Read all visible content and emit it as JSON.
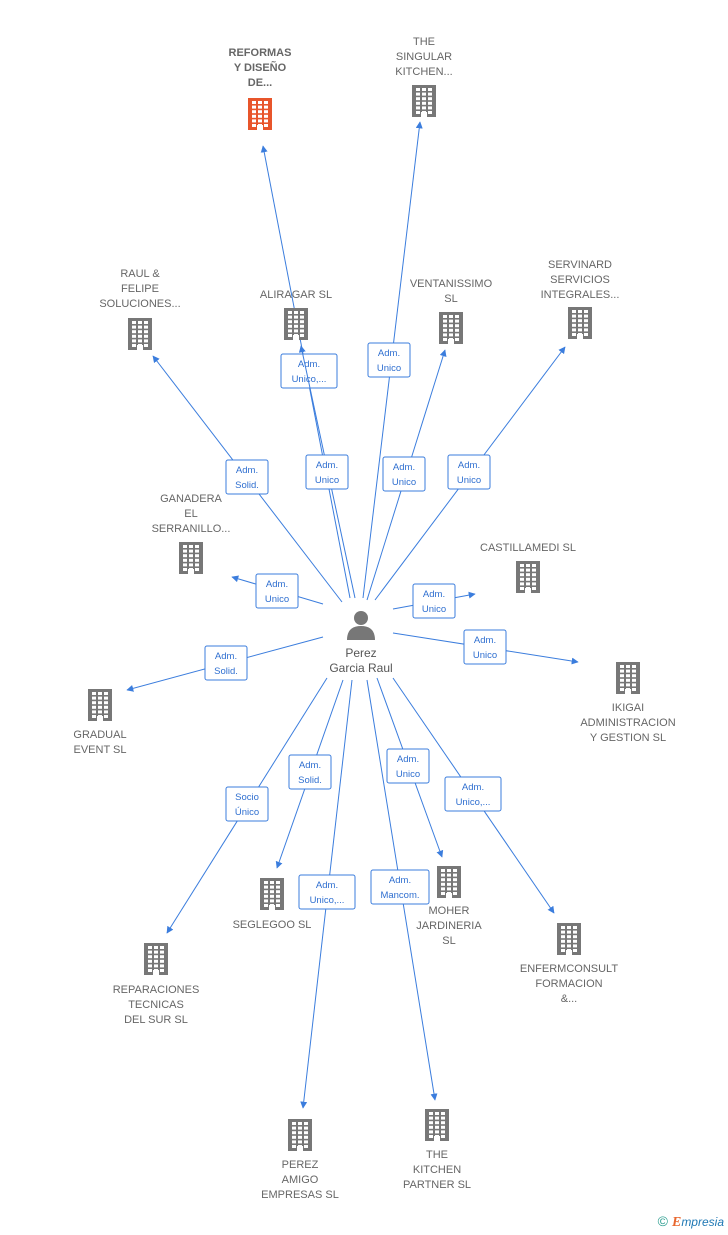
{
  "center": {
    "label": [
      "Perez",
      "Garcia Raul"
    ]
  },
  "nodes": [
    {
      "id": "reformas",
      "label": [
        "REFORMAS",
        "Y DISEÑO",
        "DE..."
      ],
      "highlight": true
    },
    {
      "id": "singular",
      "label": [
        "THE",
        "SINGULAR",
        "KITCHEN..."
      ]
    },
    {
      "id": "raul",
      "label": [
        "RAUL &",
        "FELIPE",
        "SOLUCIONES..."
      ]
    },
    {
      "id": "aliragar",
      "label": [
        "ALIRAGAR  SL"
      ]
    },
    {
      "id": "ventanissimo",
      "label": [
        "VENTANISSIMO",
        "SL"
      ]
    },
    {
      "id": "servinard",
      "label": [
        "SERVINARD",
        "SERVICIOS",
        "INTEGRALES..."
      ]
    },
    {
      "id": "ganadera",
      "label": [
        "GANADERA",
        "EL",
        "SERRANILLO..."
      ]
    },
    {
      "id": "castillamedi",
      "label": [
        "CASTILLAMEDI SL"
      ]
    },
    {
      "id": "gradual",
      "label": [
        "GRADUAL",
        "EVENT SL"
      ]
    },
    {
      "id": "ikigai",
      "label": [
        "IKIGAI",
        "ADMINISTRACION",
        "Y GESTION  SL"
      ]
    },
    {
      "id": "seglegoo",
      "label": [
        "SEGLEGOO SL"
      ]
    },
    {
      "id": "moher",
      "label": [
        "MOHER",
        "JARDINERIA",
        "SL"
      ]
    },
    {
      "id": "reparaciones",
      "label": [
        "REPARACIONES",
        "TECNICAS",
        "DEL SUR  SL"
      ]
    },
    {
      "id": "enfermconsult",
      "label": [
        "ENFERMCONSULT",
        "FORMACION",
        "&..."
      ]
    },
    {
      "id": "perezamigo",
      "label": [
        "PEREZ",
        "AMIGO",
        "EMPRESAS  SL"
      ]
    },
    {
      "id": "kitchenpartner",
      "label": [
        "THE",
        "KITCHEN",
        "PARTNER  SL"
      ]
    }
  ],
  "edges": [
    {
      "target": "reformas",
      "label": [
        "Adm.",
        "Unico,..."
      ]
    },
    {
      "target": "singular",
      "label": [
        "Adm.",
        "Unico"
      ]
    },
    {
      "target": "raul",
      "label": [
        "Adm.",
        "Solid."
      ]
    },
    {
      "target": "aliragar",
      "label": [
        "Adm.",
        "Unico"
      ]
    },
    {
      "target": "ventanissimo",
      "label": [
        "Adm.",
        "Unico"
      ]
    },
    {
      "target": "servinard",
      "label": [
        "Adm.",
        "Unico"
      ]
    },
    {
      "target": "ganadera",
      "label": [
        "Adm.",
        "Unico"
      ]
    },
    {
      "target": "castillamedi",
      "label": [
        "Adm.",
        "Unico"
      ]
    },
    {
      "target": "gradual",
      "label": [
        "Adm.",
        "Solid."
      ]
    },
    {
      "target": "ikigai",
      "label": [
        "Adm.",
        "Unico"
      ]
    },
    {
      "target": "seglegoo",
      "label": [
        "Adm.",
        "Solid."
      ]
    },
    {
      "target": "moher",
      "label": [
        "Adm.",
        "Unico"
      ]
    },
    {
      "target": "reparaciones",
      "label": [
        "Socio",
        "Único"
      ]
    },
    {
      "target": "enfermconsult",
      "label": [
        "Adm.",
        "Unico,..."
      ]
    },
    {
      "target": "perezamigo",
      "label": [
        "Adm.",
        "Unico,..."
      ]
    },
    {
      "target": "kitchenpartner",
      "label": [
        "Adm.",
        "Mancom."
      ]
    }
  ],
  "colors": {
    "edge": "#3b7ddd",
    "building": "#777777",
    "building_highlight": "#e8552b",
    "person": "#777777"
  },
  "icons": {
    "company": "building-icon",
    "person": "person-icon"
  },
  "footer": {
    "copyright": "©",
    "brand_initial": "E",
    "brand_rest": "mpresia"
  }
}
